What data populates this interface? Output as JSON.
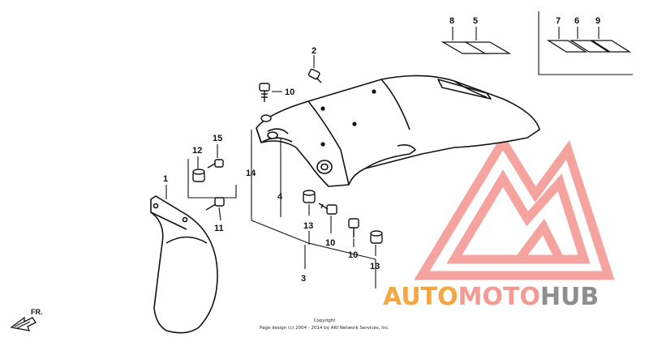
{
  "parts": {
    "n1": "1",
    "n2": "2",
    "n3": "3",
    "n4": "4",
    "n5": "5",
    "n6": "6",
    "n7": "7",
    "n8": "8",
    "n9": "9",
    "n10a": "10",
    "n10b": "10",
    "n10c": "10",
    "n11": "11",
    "n12": "12",
    "n13a": "13",
    "n13b": "13",
    "n14": "14",
    "n15": "15"
  },
  "direction_label": "FR.",
  "copyright": {
    "line1": "Copyright",
    "line2": "Page design (c) 2004 - 2014 by ARI Network Services, Inc."
  },
  "watermark": {
    "part1": "AUTO",
    "part2": "MOTO",
    "part3": "HUB",
    "colors": {
      "orange": "#F4A640",
      "pink": "#F49A95",
      "gray": "#8E8E8E"
    }
  }
}
